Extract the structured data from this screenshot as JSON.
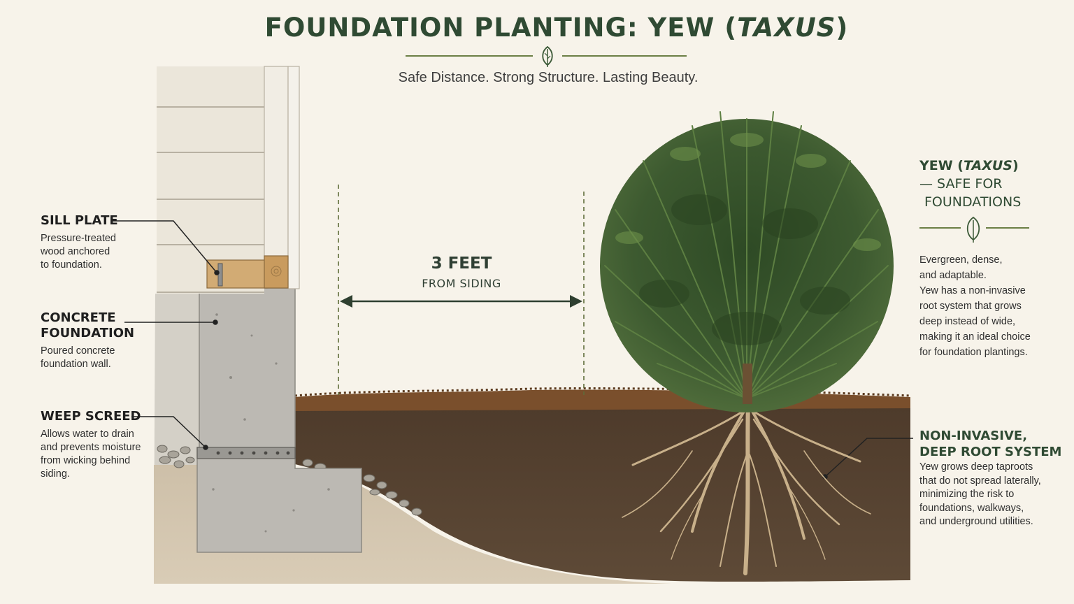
{
  "header": {
    "title_main": "FOUNDATION PLANTING: YEW (",
    "title_italic": "TAXUS",
    "title_end": ")",
    "subtitle": "Safe Distance. Strong Structure. Lasting Beauty."
  },
  "labels": {
    "sill_plate": {
      "heading": "SILL PLATE",
      "body": [
        "Pressure-treated",
        "wood anchored",
        "to foundation."
      ]
    },
    "concrete_foundation": {
      "heading": [
        "CONCRETE",
        "FOUNDATION"
      ],
      "body": [
        "Poured concrete",
        "foundation wall."
      ]
    },
    "weep_screed": {
      "heading": "WEEP SCREED",
      "body": [
        "Allows water to drain",
        "and prevents moisture",
        "from wicking behind",
        "siding."
      ]
    }
  },
  "distance": {
    "value": "3 FEET",
    "caption": "FROM SIDING"
  },
  "plant_info": {
    "heading_line1_a": "YEW (",
    "heading_line1_italic": "TAXUS",
    "heading_line1_b": ")",
    "heading_line2": "— SAFE FOR",
    "heading_line3": "FOUNDATIONS",
    "body": [
      "Evergreen, dense,",
      "and adaptable.",
      "Yew has a non-invasive",
      "root system that grows",
      "deep instead of wide,",
      "making it an ideal choice",
      "for foundation plantings."
    ]
  },
  "root_info": {
    "heading": [
      "NON-INVASIVE,",
      "DEEP ROOT SYSTEM"
    ],
    "body": [
      "Yew grows deep taproots",
      "that do not spread laterally,",
      "minimizing the risk to",
      "foundations, walkways,",
      "and underground utilities."
    ]
  },
  "colors": {
    "accent_green": "#2f4a33",
    "divider_green": "#6b7f45",
    "soil": "#4b3a2c",
    "mulch": "#7a4f2c",
    "concrete": "#b9b6b0",
    "siding": "#ebe6da",
    "wood": "#c9a06a",
    "foliage": "#3d5a30",
    "root": "#c8b08a"
  },
  "icons": [
    "leaf-icon"
  ]
}
